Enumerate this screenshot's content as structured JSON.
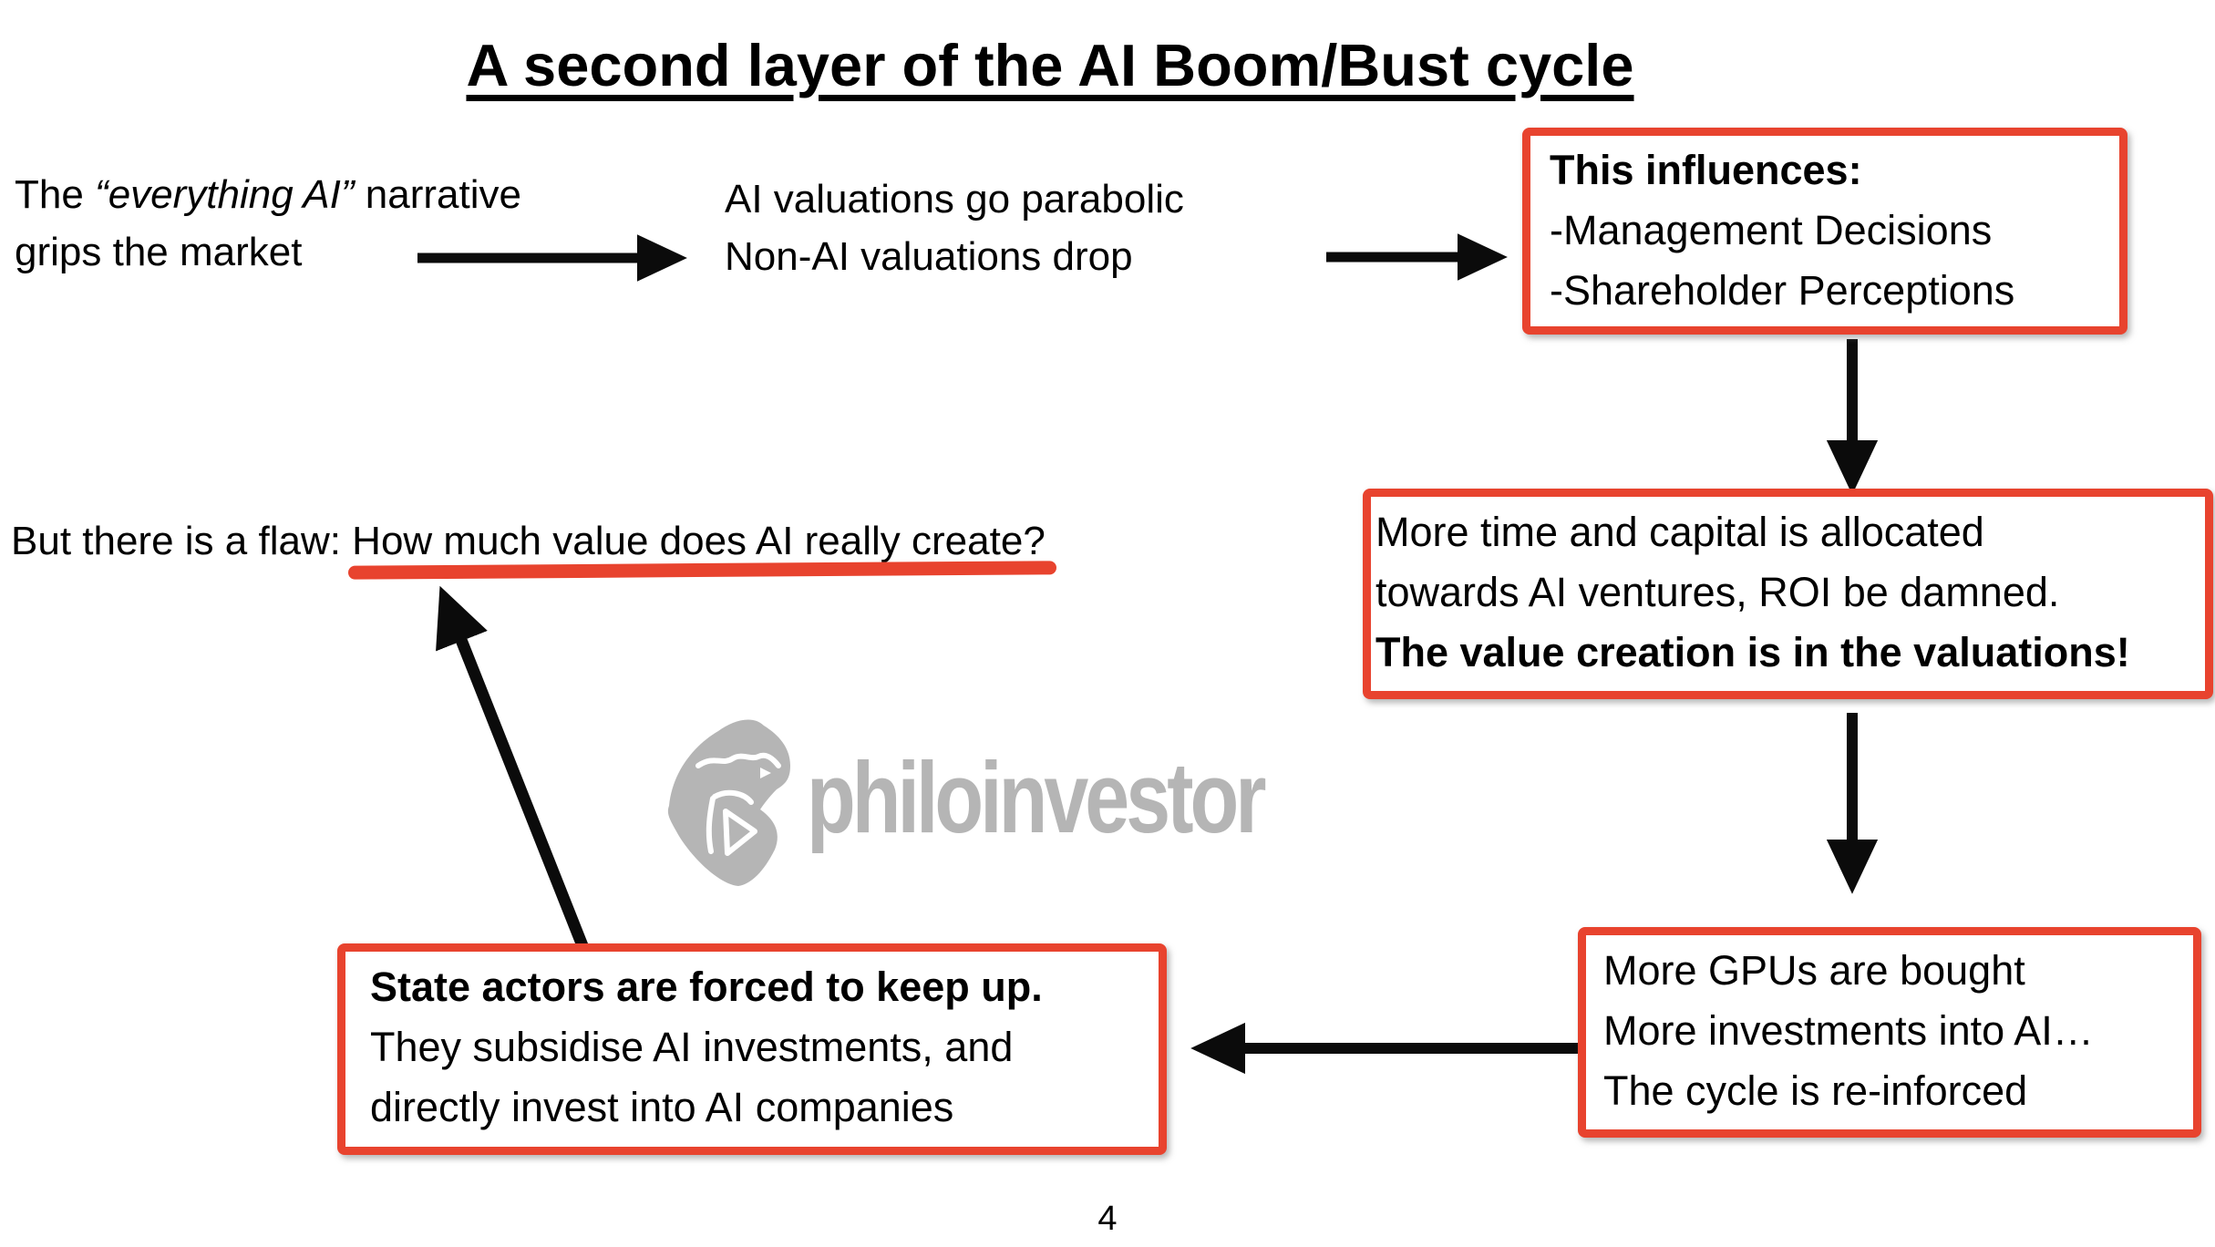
{
  "title": "A second layer of the AI Boom/Bust cycle",
  "colors": {
    "accent_red": "#E8432E",
    "watermark_gray": "#B5B5B5"
  },
  "flow": {
    "narrative": {
      "prefix": "The ",
      "emphasis": "“everything AI”",
      "suffix": " narrative",
      "line2": "grips the market"
    },
    "valuations": {
      "line1": "AI valuations go parabolic",
      "line2": "Non-AI valuations drop"
    },
    "influences": {
      "heading": "This influences:",
      "items": [
        "-Management Decisions",
        "-Shareholder Perceptions"
      ]
    },
    "allocation": {
      "line1": "More time and capital is allocated",
      "line2": "towards AI ventures, ROI be damned.",
      "line3_bold": "The value creation is in the valuations!"
    },
    "flaw": {
      "prefix": "But there is a flaw: ",
      "question": "How much value does AI really create?"
    },
    "state_actors": {
      "line1_bold": "State actors are forced to keep up.",
      "line2": "They subsidise AI investments, and",
      "line3": "directly invest into AI companies"
    },
    "gpu_cycle": {
      "line1": "More GPUs are bought",
      "line2": "More investments into AI…",
      "line3": "The cycle is re-inforced"
    }
  },
  "watermark": {
    "brand": "philoinvestor",
    "logo_icon": "thinker-silhouette-icon"
  },
  "page_number": "4"
}
